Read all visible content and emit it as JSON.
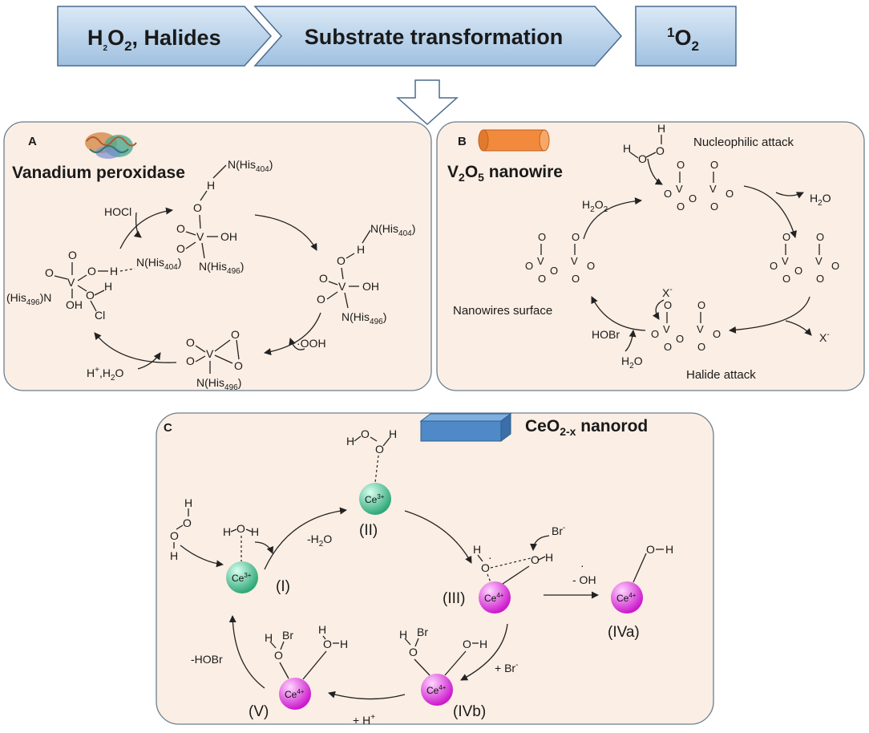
{
  "banner": {
    "box1": {
      "main": "H",
      "sub1": "2",
      "mid": "O",
      "sub2": "2",
      "tail": ", Halides"
    },
    "box2": "Substrate transformation",
    "box3": {
      "sup": "1",
      "main": "O",
      "sub": "2"
    }
  },
  "panel_a": {
    "label": "A",
    "title": "Vanadium peroxidase",
    "hocl": "HOCl",
    "hooh": "·OOH",
    "hplus": {
      "a": "H",
      "b": "+",
      "c": ",H",
      "d": "2",
      "e": "O"
    },
    "cl": "Cl",
    "his_main": "His",
    "sub404": "404",
    "sub496": "496"
  },
  "panel_b": {
    "label": "B",
    "title": {
      "a": "V",
      "b": "2",
      "c": "O",
      "d": "5",
      "e": " nanowire"
    },
    "nucleophilic": "Nucleophilic attack",
    "h2o2": {
      "a": "H",
      "b": "2",
      "c": "O",
      "d": "2"
    },
    "h2o": {
      "a": "H",
      "b": "2",
      "c": "O"
    },
    "xminus": {
      "a": "X",
      "b": "-"
    },
    "nanowires_surface": "Nanowires surface",
    "hobr": "HOBr",
    "halide_attack": "Halide attack"
  },
  "panel_c": {
    "label": "C",
    "title": {
      "a": "CeO",
      "b": "2-x",
      "c": " nanorod"
    },
    "minus_h2o": {
      "a": "-H",
      "b": "2",
      "c": "O"
    },
    "br_minus": {
      "a": "Br",
      "b": "-"
    },
    "minus_oh": "- OH",
    "plus_br": {
      "a": "+ Br",
      "b": "-"
    },
    "plus_h": {
      "a": "+ H",
      "b": "+"
    },
    "minus_hobr": "-HOBr",
    "ce3": {
      "a": "Ce",
      "b": "3+"
    },
    "ce4": {
      "a": "Ce",
      "b": "4+"
    },
    "roman": {
      "i": "(I)",
      "ii": "(II)",
      "iii": "(III)",
      "iva": "(IVa)",
      "ivb": "(IVb)",
      "v": "(V)"
    }
  },
  "colors": {
    "banner_fill": "#bcd6ec",
    "banner_stroke": "#4a6c8f",
    "panel_fill": "#fbeee4",
    "panel_stroke": "#6b7f8f",
    "wire": "#f28a3e",
    "rod": "#4f89c7",
    "ce3": "#3fbf8c",
    "ce4": "#e032e0"
  }
}
